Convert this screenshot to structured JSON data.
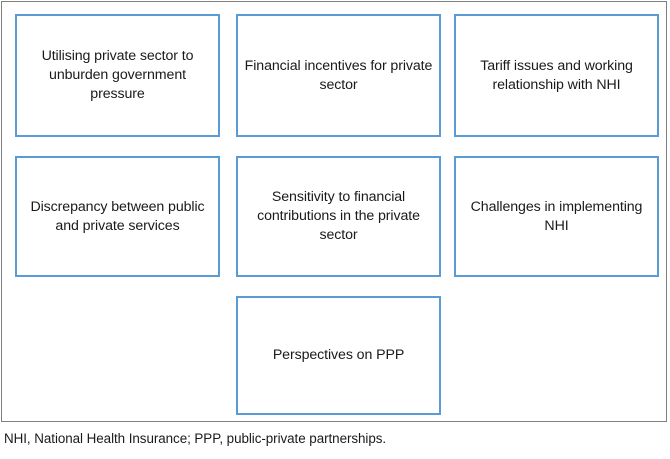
{
  "figure": {
    "type": "thematic-diagram",
    "border_color": "#5B9BD5",
    "frame_color": "#808080",
    "text_color": "#1a1a1a",
    "background": "#ffffff",
    "rows": [
      {
        "row_index": 1,
        "boxes": [
          {
            "id": "utilising-private-sector",
            "label": "Utilising private sector to unburden government pressure"
          },
          {
            "id": "financial-incentives",
            "label": "Financial incentives for private sector"
          },
          {
            "id": "tariff-issues",
            "label": "Tariff issues and working relationship with NHI"
          }
        ]
      },
      {
        "row_index": 2,
        "boxes": [
          {
            "id": "discrepancy",
            "label": "Discrepancy between public and private services"
          },
          {
            "id": "sensitivity",
            "label": "Sensitivity to financial contributions in the private sector"
          },
          {
            "id": "challenges",
            "label": "Challenges in implementing NHI"
          }
        ]
      },
      {
        "row_index": 3,
        "boxes": [
          {
            "id": "perspectives",
            "label": "Perspectives on PPP"
          }
        ]
      }
    ],
    "caption": "NHI, National Health Insurance; PPP, public-private partnerships."
  }
}
